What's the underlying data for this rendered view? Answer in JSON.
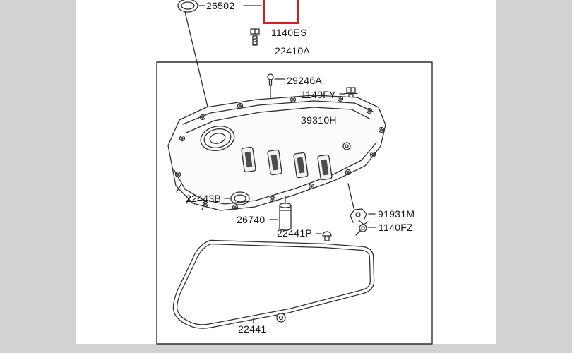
{
  "page": {
    "background_color": "#ffffff",
    "margin_color": "#d2d2d2",
    "highlight_color": "#d21f26",
    "line_color": "#2f2f2f"
  },
  "parts": {
    "seal_26502": {
      "number": "26502",
      "icon": "o-ring-seal-icon"
    },
    "bolt_1140ES": {
      "number": "1140ES",
      "icon": "flange-bolt-icon"
    },
    "cover_22410A": {
      "number": "22410A",
      "icon": "valve-cover-drawing"
    },
    "stud_29246A": {
      "number": "29246A",
      "icon": "stud-bolt-icon"
    },
    "bolt_1140FY": {
      "number": "1140FY",
      "icon": "flange-bolt-icon"
    },
    "sensor_39310H": {
      "number": "39310H",
      "icon": "camshaft-sensor-icon"
    },
    "seal_22443B": {
      "number": "22443B",
      "icon": "seal-ring-icon"
    },
    "tube_26740": {
      "number": "26740",
      "icon": "oil-tube-icon"
    },
    "plug_22441P": {
      "number": "22441P",
      "icon": "plug-icon"
    },
    "clip_91931M": {
      "number": "91931M",
      "icon": "wiring-clip-icon"
    },
    "bolt_1140FZ": {
      "number": "1140FZ",
      "icon": "flange-bolt-icon"
    },
    "gasket_22441": {
      "number": "22441",
      "icon": "gasket-drawing"
    }
  }
}
